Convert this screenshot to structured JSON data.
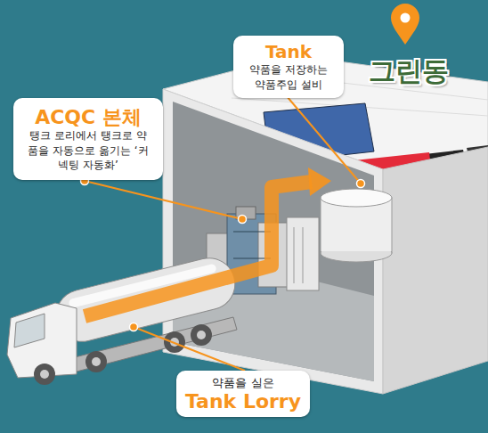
{
  "diagram": {
    "nodes": [
      {
        "text": [
          "Tank",
          "약품을 저장하는 약품주입 설비"
        ]
      },
      {
        "text": [
          "ACQC 본체",
          "탱크 로리에서 탱크로 약품을 자동으로 옮기는 ‘커넥팅 자동화’"
        ]
      },
      {
        "text": [
          "약품을 실은",
          "Tank Lorry"
        ]
      }
    ],
    "labels": [
      "그린동"
    ]
  }
}
